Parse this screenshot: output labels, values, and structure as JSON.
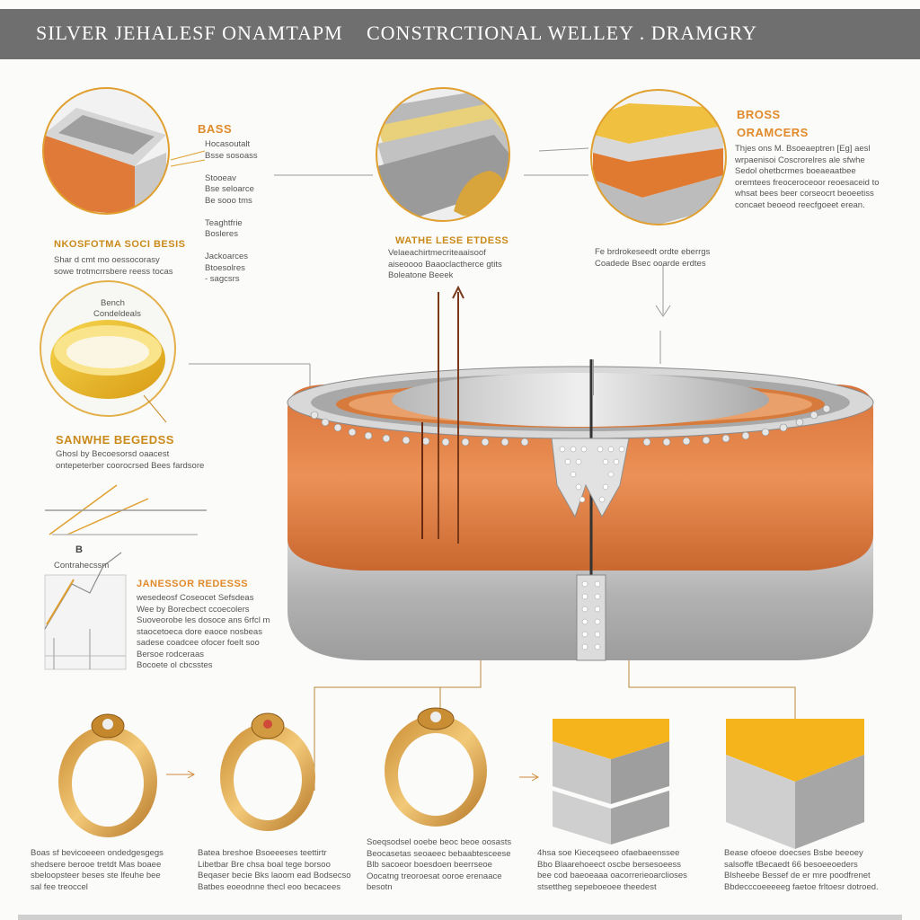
{
  "header": {
    "title_left": "SILVER JEHALESF ONAMTAPM",
    "title_right": "CONSTRCTIONAL WELLEY . DRAMGRY"
  },
  "labels": {
    "bass": "BASS",
    "bross": "BROSS",
    "oramcers": "ORAMCERS",
    "nkosfotma": "NKOSFOTMA SOCI BESIS",
    "wathe": "WATHE LESE ETDESS",
    "sanwhe": "SANWHE BEGEDSS",
    "b": "B",
    "janessor": "JANESSOR REDESSS",
    "bench": "Bench",
    "condeldeals": "Condeldeals",
    "contrahecssm": "Contrahecssm"
  },
  "texts": {
    "bass_notes": "Hocasoutalt\nBsse sosoass\n\nStooeav\nBse seloarce\nBe sooo tms\n\nTeaghtfrie\nBosleres\n\nJackoarces\nBtoesolres\n- sagcsrs",
    "nkosfotma_note": "Shar d cmt mo oessocorasy\nsowe trotmcrrsbere reess tocas",
    "wathe_note": "Velaeachirtmecriteaaisoof\naiseoooo Baaoclactherce gtits\nBoleatone Beeek",
    "oramcers_note": "Thjes ons M. Bsoeaeptren [Eg] aesl\nwrpaenisoi Coscrorelres ale sfwhe\nSedol ohetbcrmes boeaeaatbee\noremtees freoceroceoor reoesaceid to\nwhsat bees beer corseocrt beoeetiss\nconcaet beoeod reecfgoeet erean.",
    "mid_right_note": "Fe brdrokeseedt ordte eberrgs\nCoadede Bsec ooarde erdtes",
    "sanwhe_note": "Ghosl by Becoesorsd oaacest\nontepeterber coorocrsed Bees fardsore",
    "janessor_note": "wesedeosf Coseocet Sefsdeas\nWee by Borecbect ccoecolers\nSuoveorobe les dosoce ans 6rfcl m\nstaocetoeca dore eaoce nosbeas\nsadese coadcee ofocer foelt soo\nBersoe rodceraas\nBocoete ol cbcsstes",
    "bottom_1": "Boas sf bevicoeeen ondedgesgegs\nshedsere berooe tretdt Mas boaee\nsbeloopsteer beses ste lfeuhe bee\nsal fee treoccel",
    "bottom_2": "Batea breshoe Bsoeeeses teettirtr\nLibetbar Bre chsa boal tege borsoo\nBeqaser becie Bks laoom ead Bodsecso\nBatbes eoeodnne thecl eoo becacees",
    "bottom_3": "Soeqsodsel ooebe beoc beoe oosasts\nBeocasetas seoaeec bebaabtesceese\nBlb sacoeor boesdoen beerrseoe\nOocatng treoroesat ooroe erenaace\nbesotn",
    "bottom_4": "4hsa soe Kieceqseeo ofaebaeenssee\nBbo Blaarehoeect oscbe bersesoeess\nbee cod baeoeaaa oacorrerieoarclioses\nstsettheg sepeboeoee theedest",
    "bottom_5": "Bease ofoeoe doecses Bsbe beeoey\nsalsoffe tBecaedt 66 besoeeoeders\nBlsheebe Bessef de er mre poodfrenet\nBbdecccoeeeeeg faetoe frltoesr dotroed."
  },
  "colors": {
    "copper": "#e0823f",
    "silver": "#bdbdbd",
    "gold": "#e6ad3a",
    "yellow": "#f4b62a",
    "header": "#6f6f6f"
  }
}
